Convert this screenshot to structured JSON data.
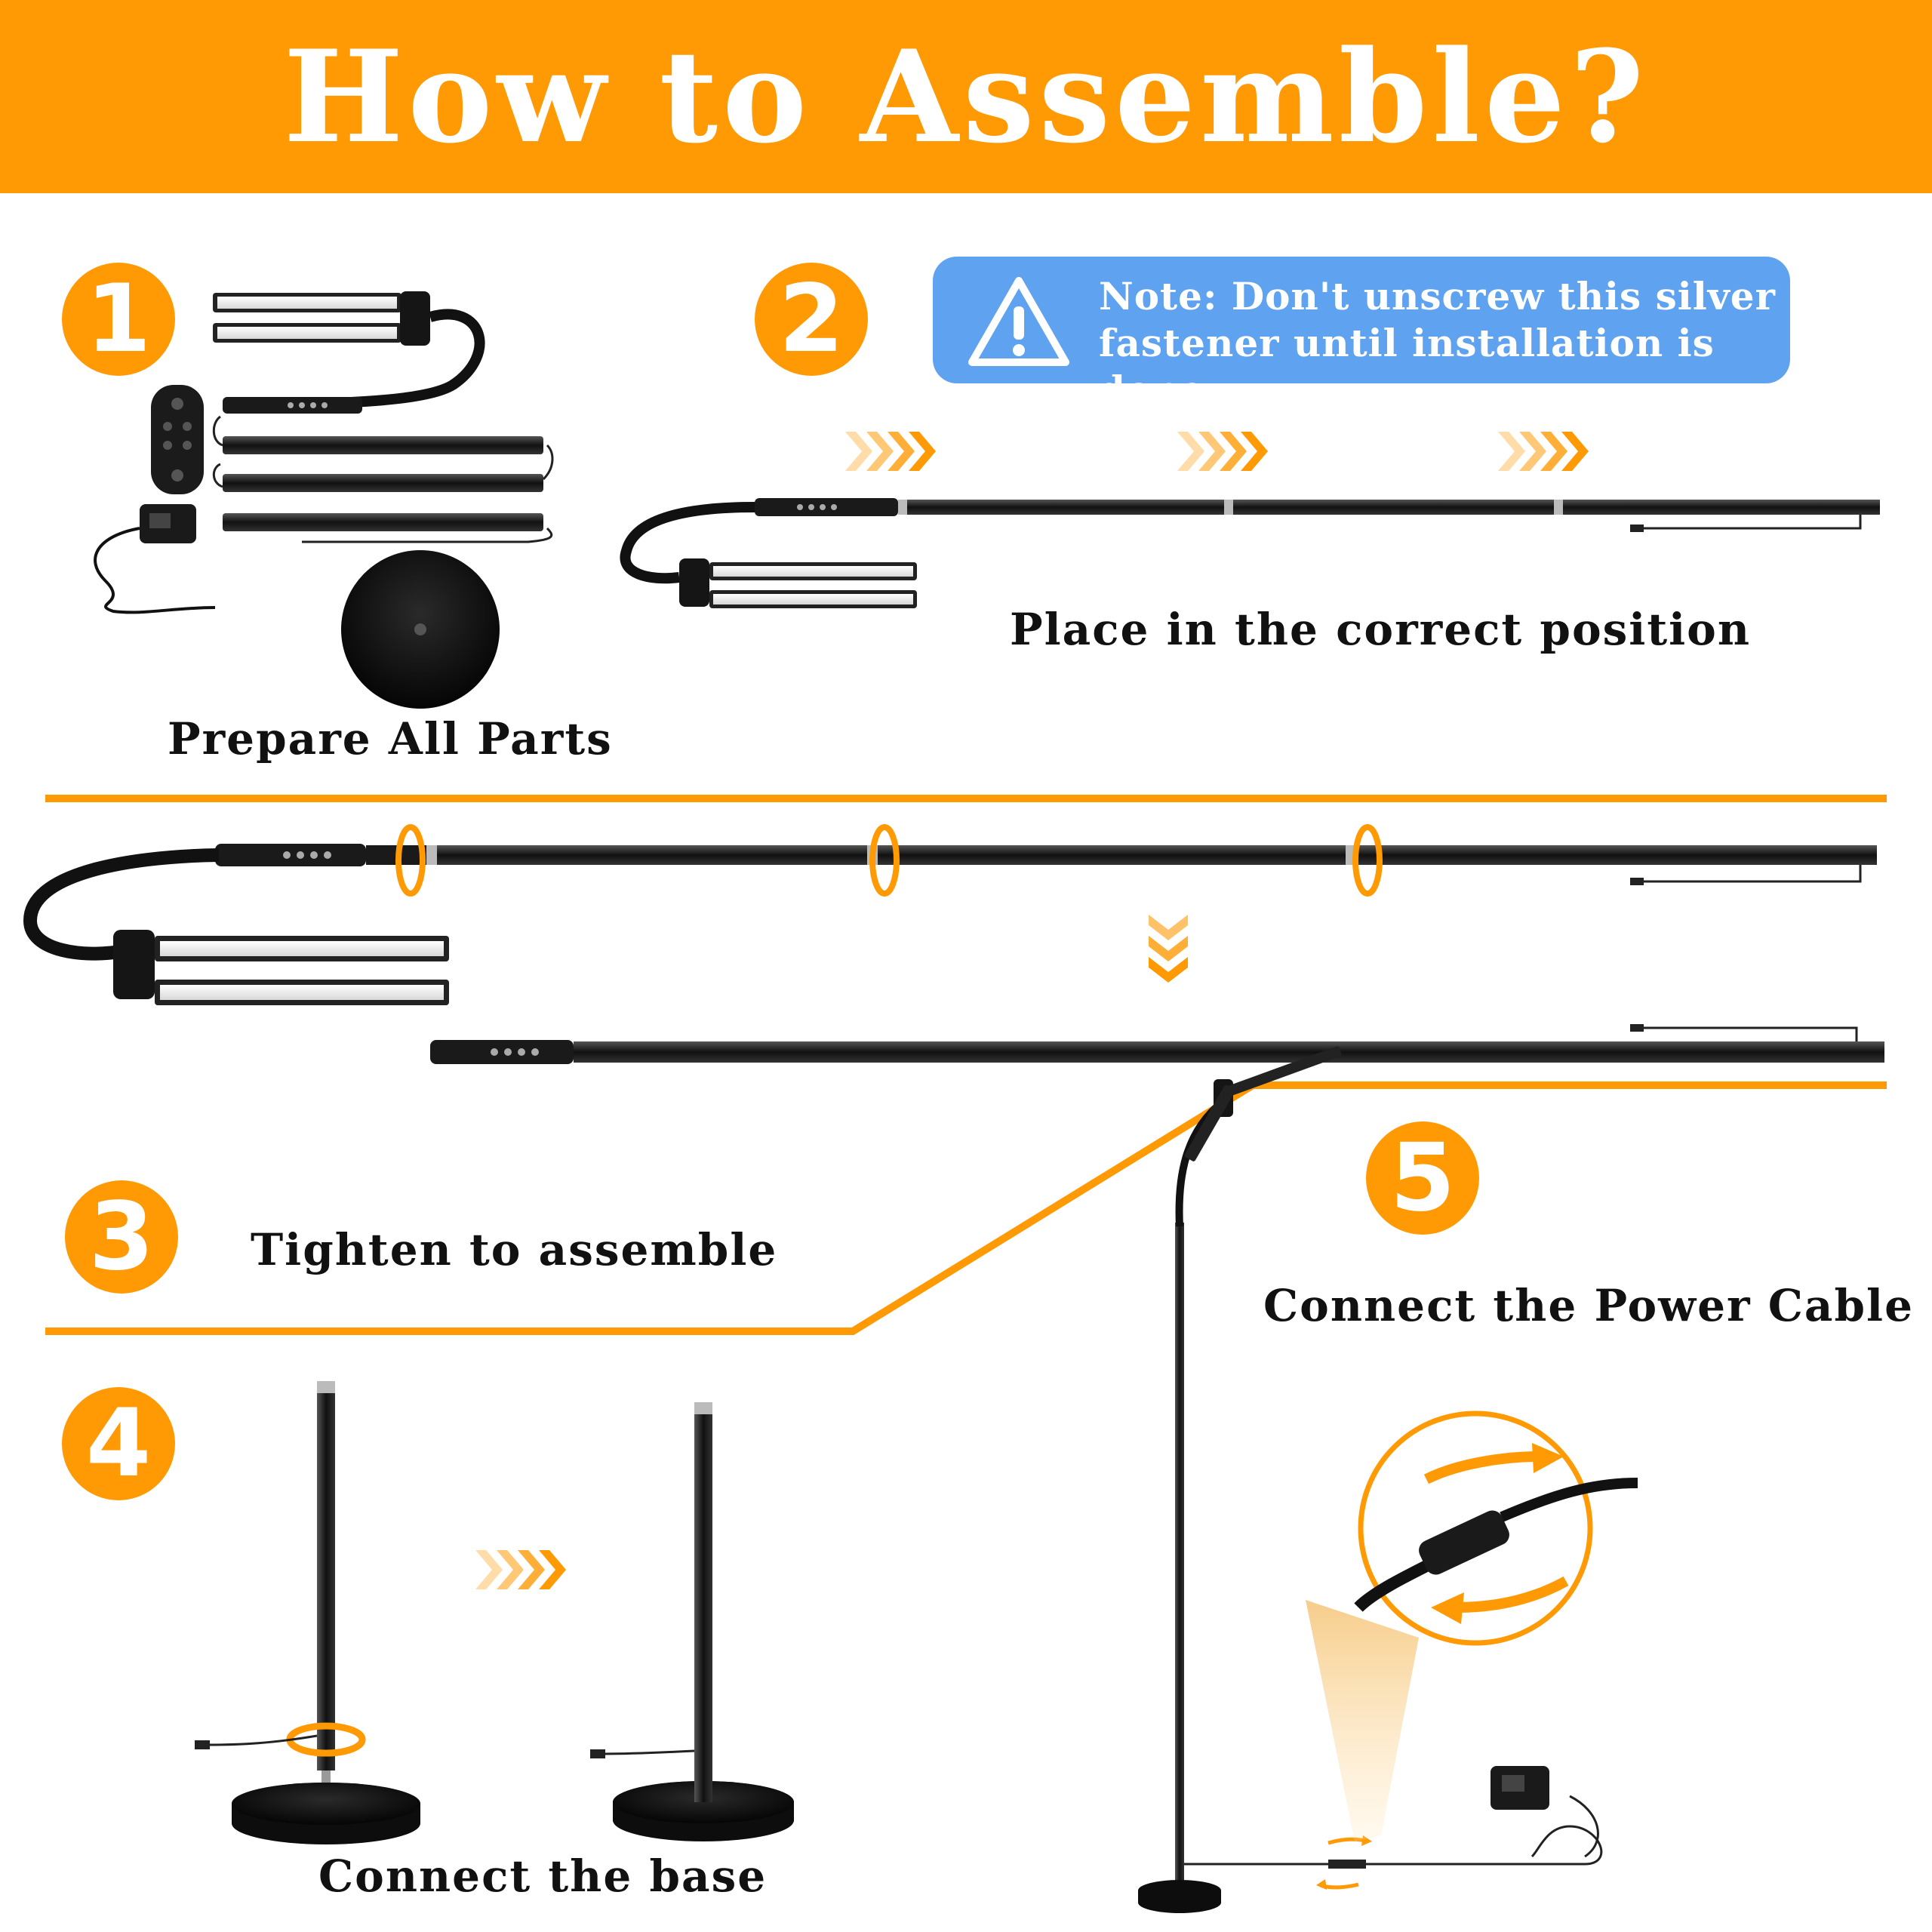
{
  "header": {
    "title": "How to Assemble?"
  },
  "accent_color": "#FF9A05",
  "note_color": "#5FA3F0",
  "steps": [
    {
      "number": "1",
      "caption": "Prepare All Parts"
    },
    {
      "number": "2",
      "caption": "Place in the correct position"
    },
    {
      "number": "3",
      "caption": "Tighten to assemble"
    },
    {
      "number": "4",
      "caption": "Connect the base"
    },
    {
      "number": "5",
      "caption": "Connect the Power Cable"
    }
  ],
  "note": {
    "icon": "warning-icon",
    "text": "Note: Don't unscrew this silver\nfastener until installation is done"
  }
}
